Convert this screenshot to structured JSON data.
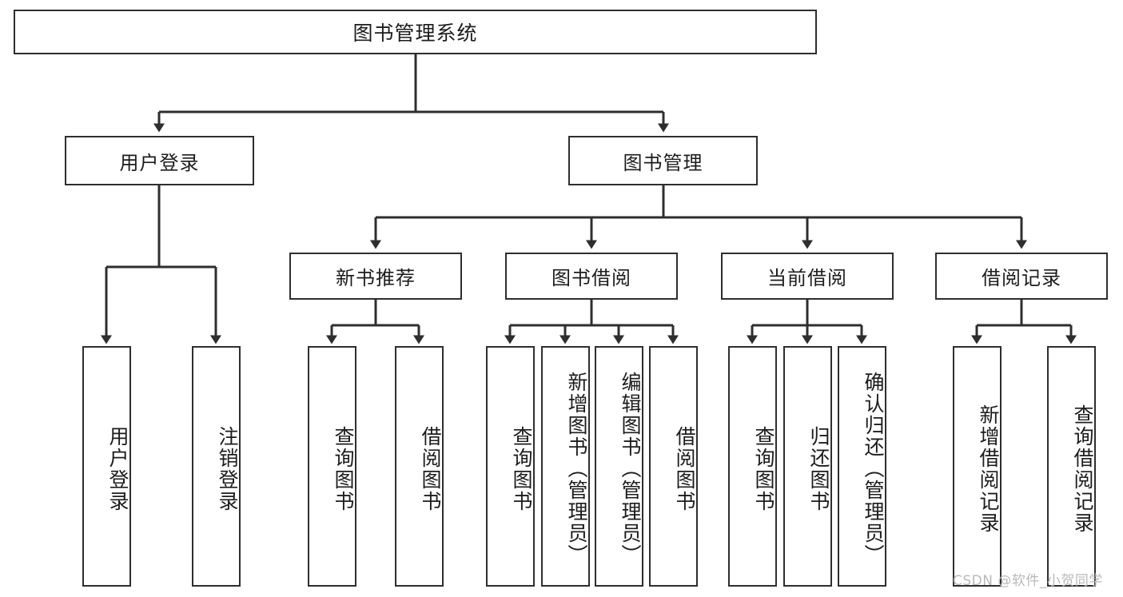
{
  "diagram": {
    "title": "图书管理系统",
    "type": "hierarchy-tree",
    "line_color": "#2e2e2e",
    "box_fill": "#ffffff",
    "text_color": "#1c1c1c",
    "levels": [
      {
        "level": 1,
        "nodes": [
          {
            "id": "root",
            "label": "图书管理系统",
            "orientation": "horizontal"
          }
        ]
      },
      {
        "level": 2,
        "nodes": [
          {
            "id": "login",
            "label": "用户登录",
            "orientation": "horizontal",
            "parent": "root"
          },
          {
            "id": "bookmgmt",
            "label": "图书管理",
            "orientation": "horizontal",
            "parent": "root"
          }
        ]
      },
      {
        "level": 3,
        "nodes": [
          {
            "id": "newbook",
            "label": "新书推荐",
            "orientation": "horizontal",
            "parent": "bookmgmt"
          },
          {
            "id": "borrow",
            "label": "图书借阅",
            "orientation": "horizontal",
            "parent": "bookmgmt"
          },
          {
            "id": "current",
            "label": "当前借阅",
            "orientation": "horizontal",
            "parent": "bookmgmt"
          },
          {
            "id": "records",
            "label": "借阅记录",
            "orientation": "horizontal",
            "parent": "bookmgmt"
          }
        ]
      },
      {
        "level": 4,
        "nodes": [
          {
            "id": "leaf1",
            "label": "用户登录",
            "orientation": "vertical",
            "parent": "login"
          },
          {
            "id": "leaf2",
            "label": "注销登录",
            "orientation": "vertical",
            "parent": "login"
          },
          {
            "id": "leaf3",
            "label": "查询图书",
            "orientation": "vertical",
            "parent": "newbook"
          },
          {
            "id": "leaf4",
            "label": "借阅图书",
            "orientation": "vertical",
            "parent": "newbook"
          },
          {
            "id": "leaf5",
            "label": "查询图书",
            "orientation": "vertical",
            "parent": "borrow"
          },
          {
            "id": "leaf6",
            "label": "新增图书（管理员）",
            "orientation": "vertical",
            "parent": "borrow"
          },
          {
            "id": "leaf7",
            "label": "编辑图书（管理员）",
            "orientation": "vertical",
            "parent": "borrow"
          },
          {
            "id": "leaf8",
            "label": "借阅图书",
            "orientation": "vertical",
            "parent": "borrow"
          },
          {
            "id": "leaf9",
            "label": "查询图书",
            "orientation": "vertical",
            "parent": "current"
          },
          {
            "id": "leaf10",
            "label": "归还图书",
            "orientation": "vertical",
            "parent": "current"
          },
          {
            "id": "leaf11",
            "label": "确认归还（管理员）",
            "orientation": "vertical",
            "parent": "current"
          },
          {
            "id": "leaf12",
            "label": "新增借阅记录",
            "orientation": "vertical",
            "parent": "records"
          },
          {
            "id": "leaf13",
            "label": "查询借阅记录",
            "orientation": "vertical",
            "parent": "records"
          }
        ]
      }
    ]
  },
  "watermark": {
    "text": "CSDN @软件_小贺同学"
  }
}
